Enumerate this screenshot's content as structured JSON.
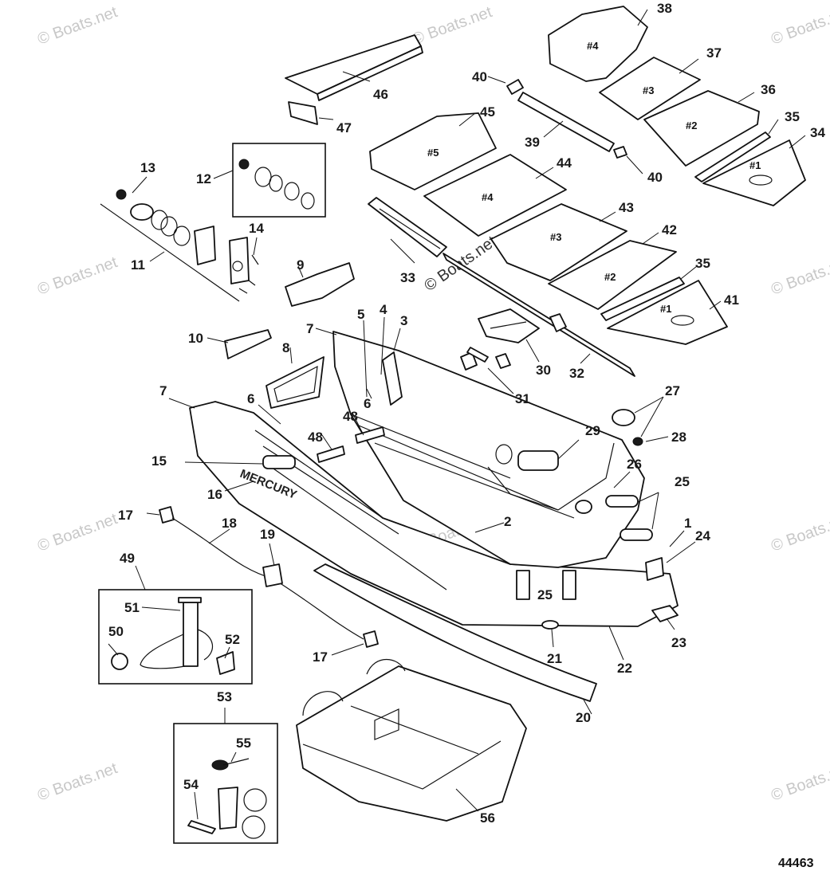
{
  "watermark": "© Boats.net",
  "drawing_number": "44463",
  "brand_text": "MERCURY",
  "plates": {
    "seat_4": "#4",
    "seat_3": "#3",
    "seat_2": "#2",
    "seat_1": "#1",
    "floor_5": "#5",
    "floor_4": "#4",
    "floor_3": "#3",
    "floor_2": "#2",
    "floor_1": "#1"
  },
  "callouts": [
    "1",
    "2",
    "3",
    "4",
    "5",
    "6",
    "7",
    "8",
    "9",
    "10",
    "11",
    "12",
    "13",
    "14",
    "15",
    "16",
    "17",
    "18",
    "19",
    "20",
    "21",
    "22",
    "23",
    "24",
    "25",
    "26",
    "27",
    "28",
    "29",
    "30",
    "31",
    "32",
    "33",
    "34",
    "35",
    "36",
    "37",
    "38",
    "39",
    "40",
    "41",
    "42",
    "43",
    "44",
    "45",
    "46",
    "47",
    "48",
    "49",
    "50",
    "51",
    "52",
    "53",
    "54",
    "55",
    "56"
  ]
}
